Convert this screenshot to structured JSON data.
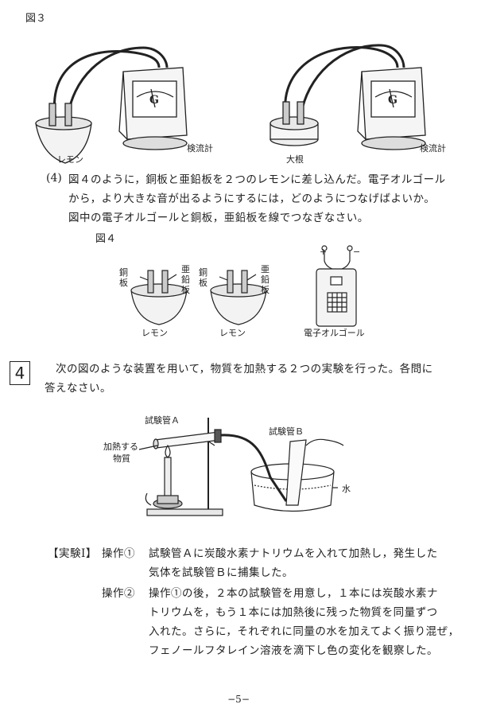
{
  "figure3": {
    "label": "図３",
    "galvanometer_label_left": "検流計",
    "galvanometer_label_right": "検流計",
    "lemon_label": "レモン",
    "radish_label": "大根",
    "meter_letter": "G"
  },
  "question4": {
    "number": "(4)",
    "lines": [
      "図４のように，銅板と亜鉛板を２つのレモンに差し込んだ。電子オルゴール",
      "から，より大きな音が出るようにするには，どのようにつなげばよいか。",
      "図中の電子オルゴールと銅板，亜鉛板を線でつなぎなさい。"
    ]
  },
  "figure4": {
    "label": "図４",
    "copper": "銅板",
    "zinc": "亜鉛板",
    "lemon1": "レモン",
    "lemon2": "レモン",
    "music_box": "電子オルゴール",
    "plus": "+",
    "minus": "−"
  },
  "section4": {
    "box_number": "4",
    "intro_lines": [
      "次の図のような装置を用いて，物質を加熱する２つの実験を行った。各問に",
      "答えなさい。"
    ]
  },
  "apparatus": {
    "tube_a": "試験管Ａ",
    "tube_b": "試験管Ｂ",
    "heated_line1": "加熱する",
    "heated_line2": "物質",
    "water": "水"
  },
  "experiment1": {
    "title": "【実験Ⅰ】",
    "op1_label": "操作①",
    "op1_lines": [
      "試験管Ａに炭酸水素ナトリウムを入れて加熱し，発生した",
      "気体を試験管Ｂに捕集した。"
    ],
    "op2_label": "操作②",
    "op2_lines": [
      "操作①の後，２本の試験管を用意し，１本には炭酸水素ナ",
      "トリウムを，もう１本には加熱後に残った物質を同量ずつ",
      "入れた。さらに，それぞれに同量の水を加えてよく振り混ぜ，",
      "フェノールフタレイン溶液を滴下し色の変化を観察した。"
    ]
  },
  "page_number": "−5−"
}
